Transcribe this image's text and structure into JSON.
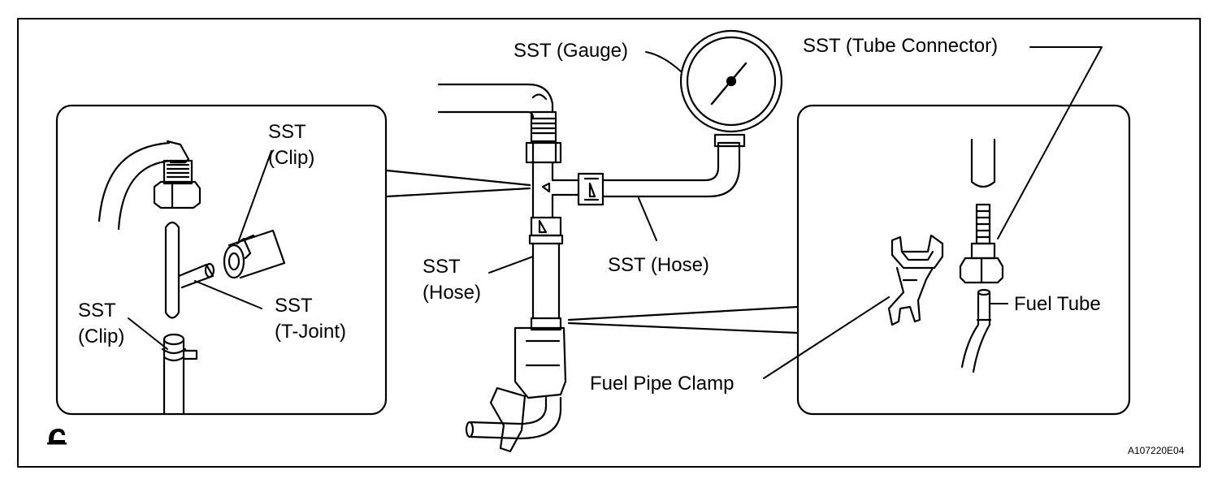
{
  "labels": {
    "gauge": "SST (Gauge)",
    "tube_connector": "SST (Tube Connector)",
    "clip_top_1": "SST",
    "clip_top_2": "(Clip)",
    "clip_bottom_1": "SST",
    "clip_bottom_2": "(Clip)",
    "tjoint_1": "SST",
    "tjoint_2": "(T-Joint)",
    "hose_center_1": "SST",
    "hose_center_2": "(Hose)",
    "hose_right": "SST (Hose)",
    "fuel_tube": "Fuel Tube",
    "fuel_pipe_clamp": "Fuel Pipe Clamp"
  },
  "figure_code": "A107220E04",
  "icons": {
    "corner_symbol": "manual-reference-icon"
  }
}
